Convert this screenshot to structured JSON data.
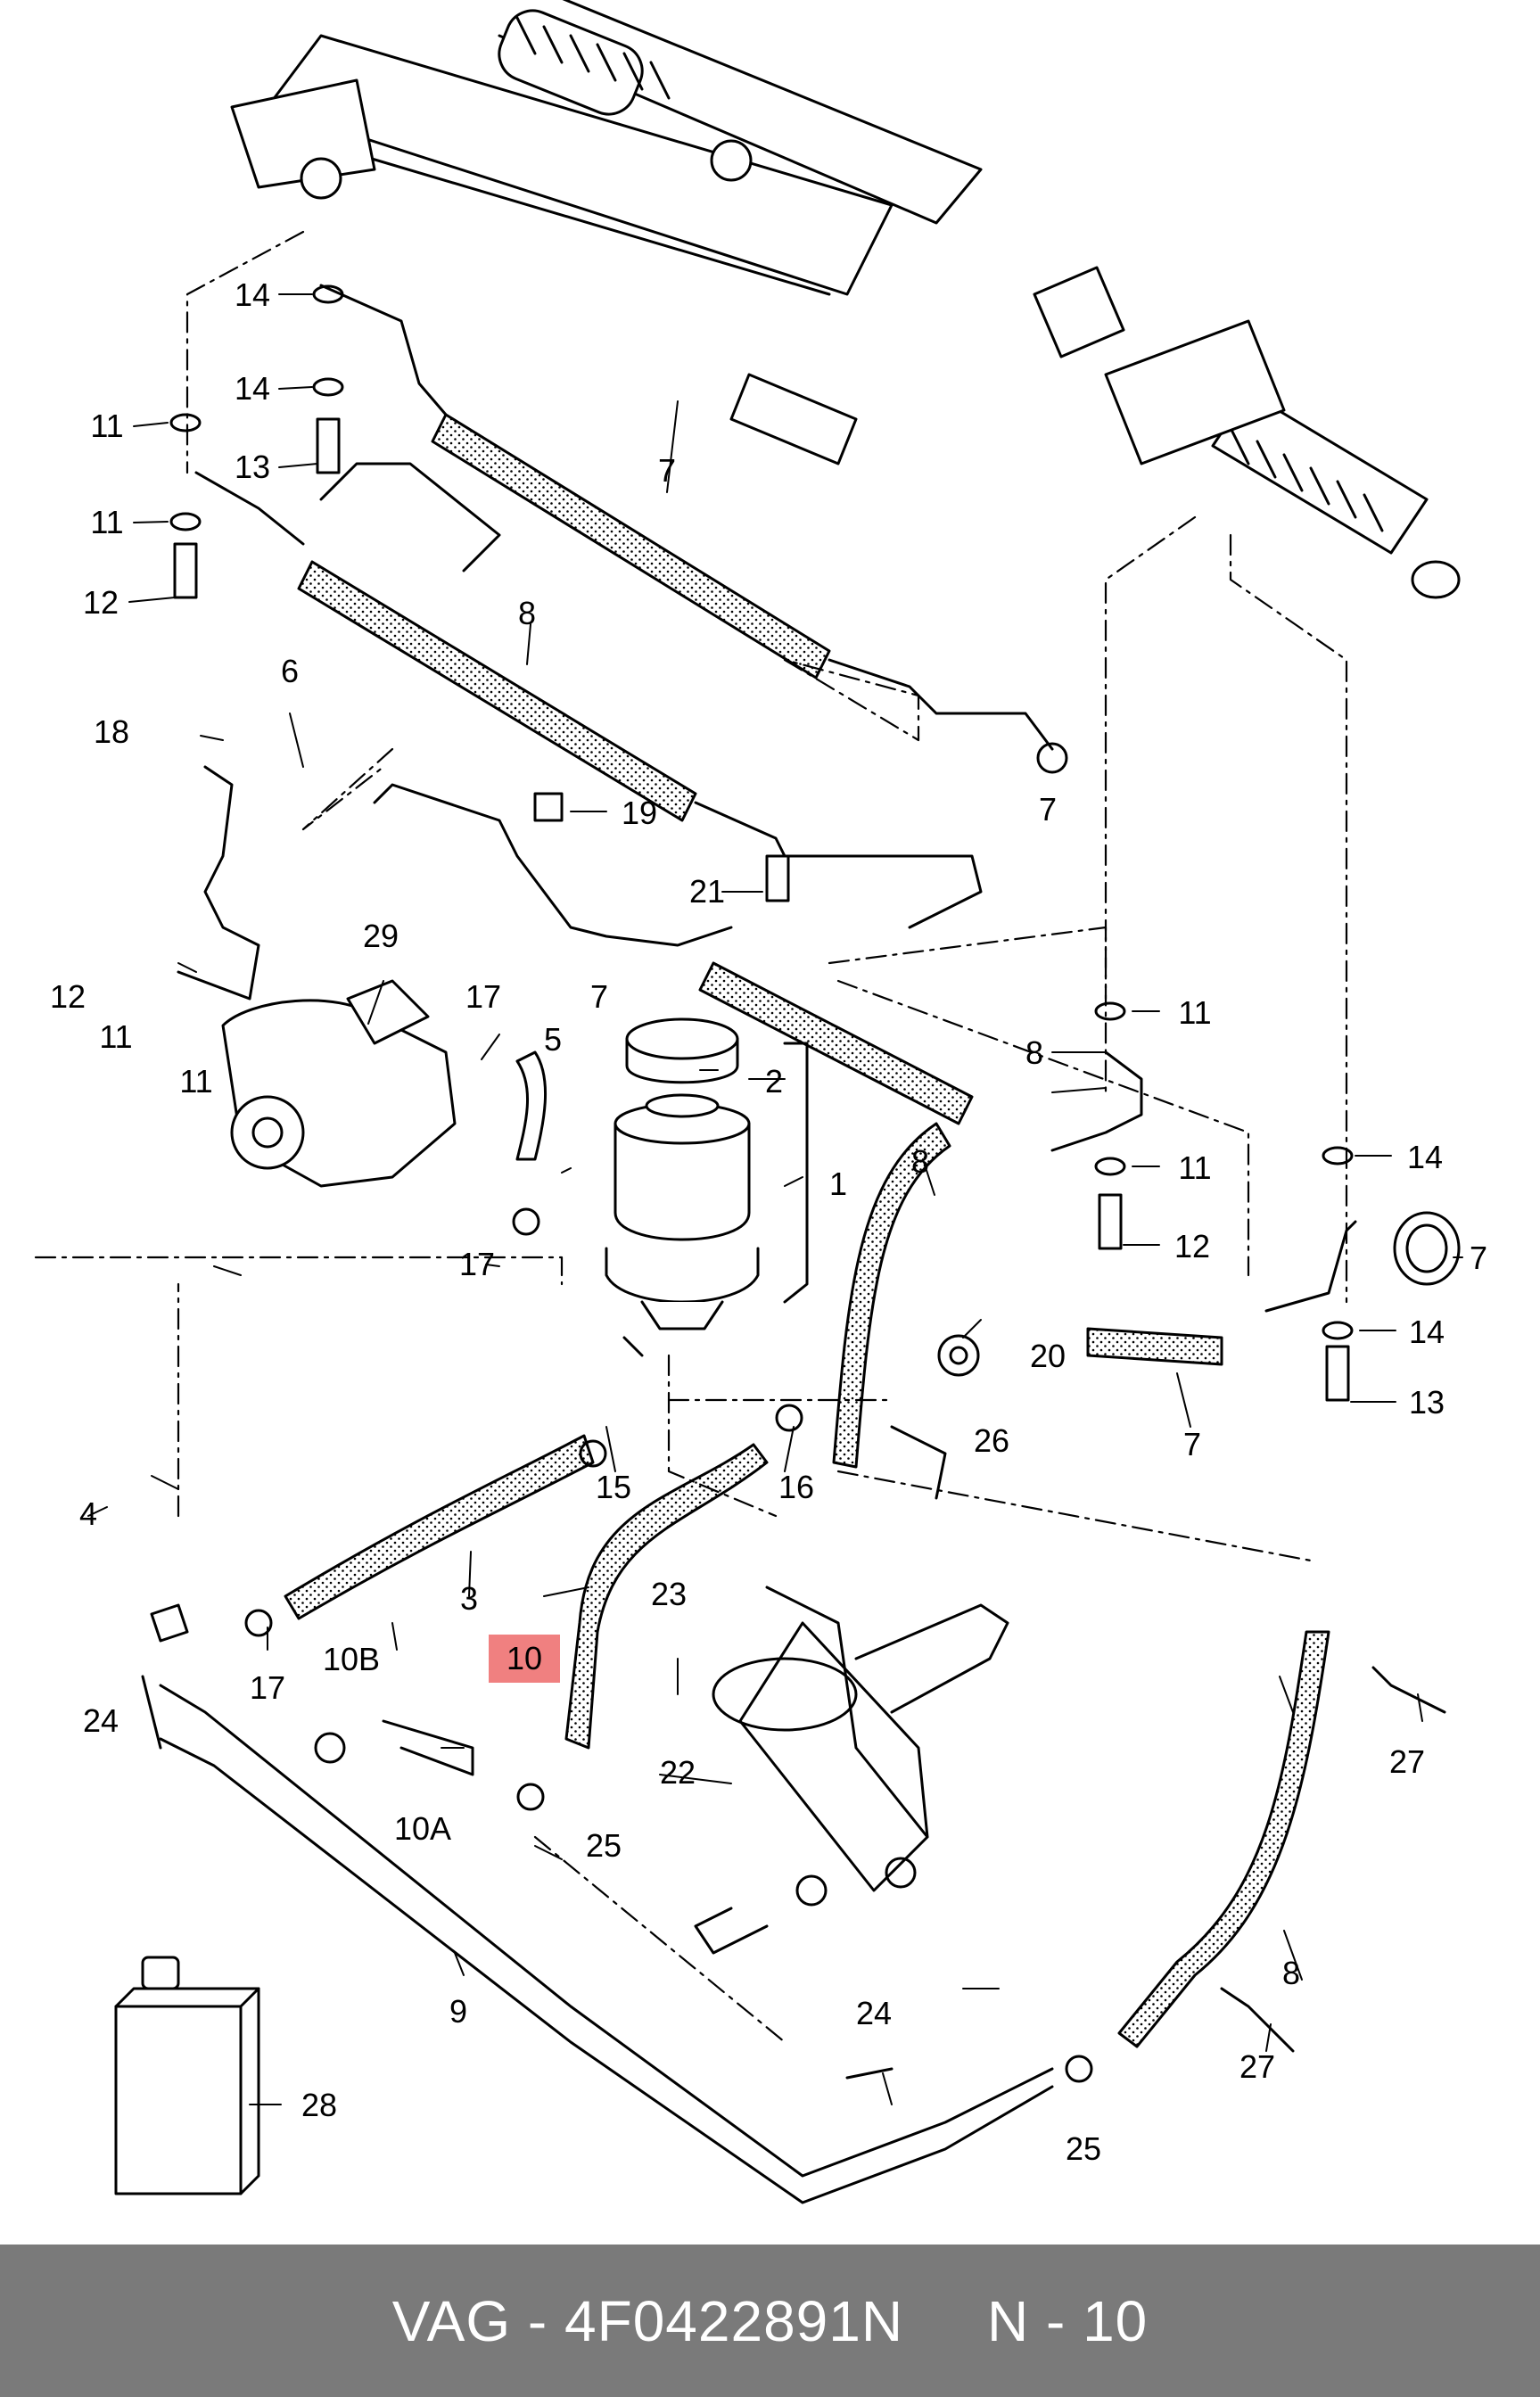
{
  "callouts": [
    {
      "id": "c1",
      "text": "1"
    },
    {
      "id": "c2",
      "text": "2"
    },
    {
      "id": "c3",
      "text": "3"
    },
    {
      "id": "c4",
      "text": "4"
    },
    {
      "id": "c5",
      "text": "5"
    },
    {
      "id": "c6",
      "text": "6"
    },
    {
      "id": "c7a",
      "text": "7"
    },
    {
      "id": "c7b",
      "text": "7"
    },
    {
      "id": "c7c",
      "text": "7"
    },
    {
      "id": "c7d",
      "text": "7"
    },
    {
      "id": "c7e",
      "text": "7"
    },
    {
      "id": "c8a",
      "text": "8"
    },
    {
      "id": "c8b",
      "text": "8"
    },
    {
      "id": "c8c",
      "text": "8"
    },
    {
      "id": "c8d",
      "text": "8"
    },
    {
      "id": "c9",
      "text": "9"
    },
    {
      "id": "c10",
      "text": "10"
    },
    {
      "id": "c10a",
      "text": "10A"
    },
    {
      "id": "c10b",
      "text": "10B"
    },
    {
      "id": "c11a",
      "text": "11"
    },
    {
      "id": "c11b",
      "text": "11"
    },
    {
      "id": "c11c",
      "text": "11"
    },
    {
      "id": "c11d",
      "text": "11"
    },
    {
      "id": "c11e",
      "text": "11"
    },
    {
      "id": "c11f",
      "text": "11"
    },
    {
      "id": "c12a",
      "text": "12"
    },
    {
      "id": "c12b",
      "text": "12"
    },
    {
      "id": "c12c",
      "text": "12"
    },
    {
      "id": "c13a",
      "text": "13"
    },
    {
      "id": "c13b",
      "text": "13"
    },
    {
      "id": "c14a",
      "text": "14"
    },
    {
      "id": "c14b",
      "text": "14"
    },
    {
      "id": "c14c",
      "text": "14"
    },
    {
      "id": "c14d",
      "text": "14"
    },
    {
      "id": "c15",
      "text": "15"
    },
    {
      "id": "c16",
      "text": "16"
    },
    {
      "id": "c17a",
      "text": "17"
    },
    {
      "id": "c17b",
      "text": "17"
    },
    {
      "id": "c17c",
      "text": "17"
    },
    {
      "id": "c18",
      "text": "18"
    },
    {
      "id": "c19",
      "text": "19"
    },
    {
      "id": "c20",
      "text": "20"
    },
    {
      "id": "c21",
      "text": "21"
    },
    {
      "id": "c22",
      "text": "22"
    },
    {
      "id": "c23",
      "text": "23"
    },
    {
      "id": "c24a",
      "text": "24"
    },
    {
      "id": "c24b",
      "text": "24"
    },
    {
      "id": "c25a",
      "text": "25"
    },
    {
      "id": "c25b",
      "text": "25"
    },
    {
      "id": "c26",
      "text": "26"
    },
    {
      "id": "c27a",
      "text": "27"
    },
    {
      "id": "c27b",
      "text": "27"
    },
    {
      "id": "c28",
      "text": "28"
    },
    {
      "id": "c29",
      "text": "29"
    }
  ],
  "highlight": {
    "callout": "10",
    "color": "#f08080"
  },
  "footer": {
    "text": "VAG - 4F0422891N     N - 10",
    "background": "#7a7a7a"
  }
}
